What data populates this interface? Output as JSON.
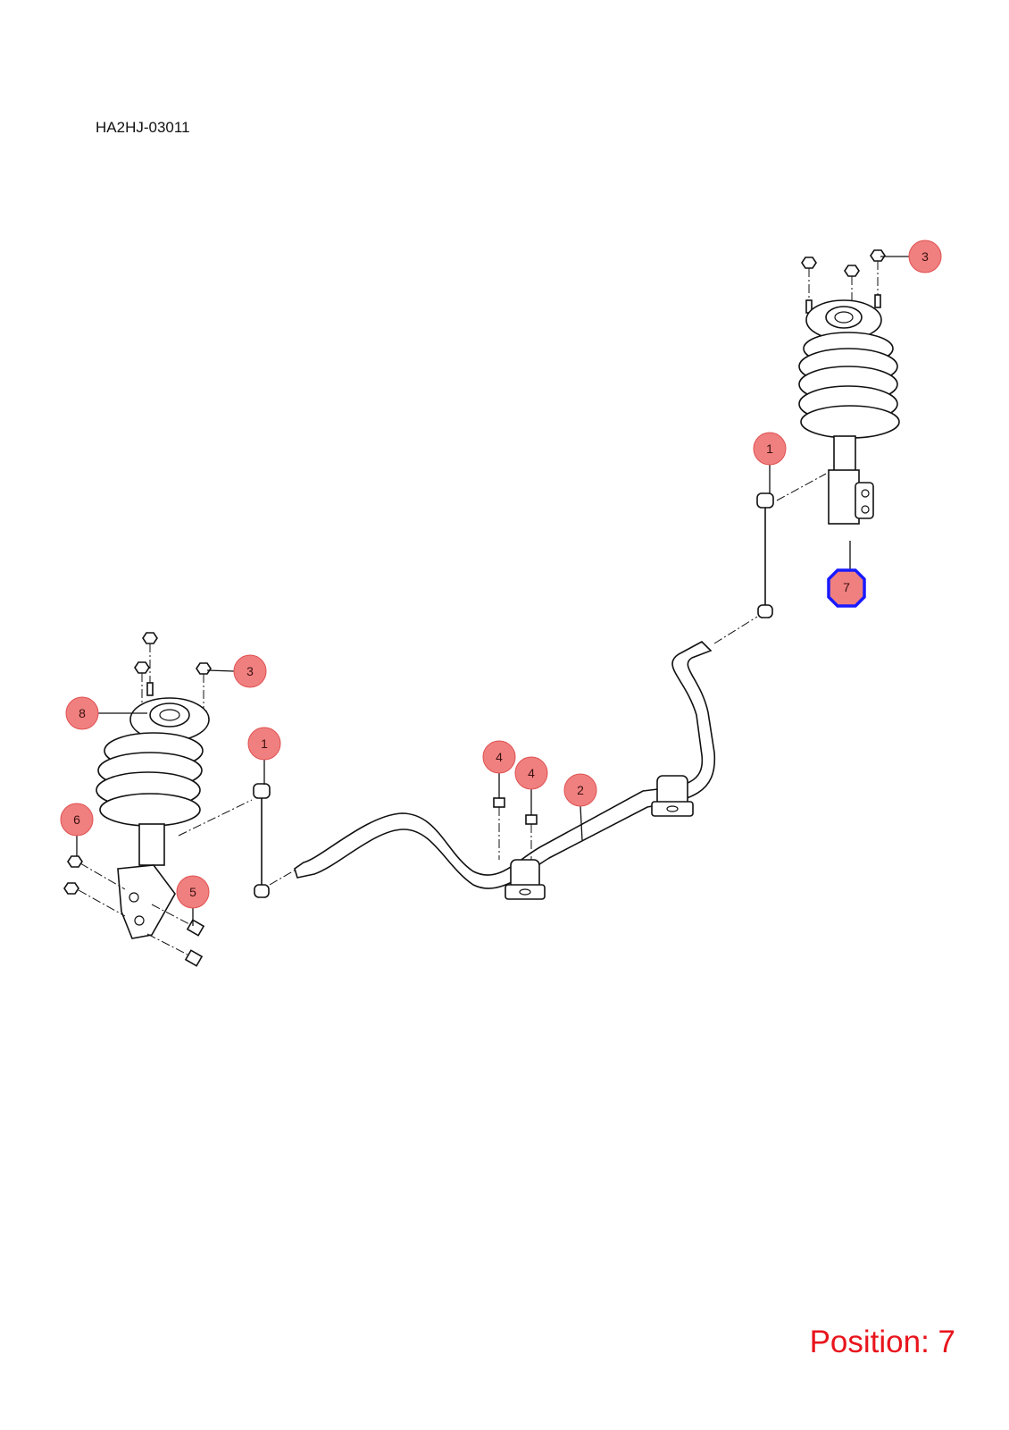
{
  "diagram": {
    "code": "HA2HJ-03011",
    "position_label": "Position: 7",
    "selected_position": "7",
    "colors": {
      "callout_fill": "#f08080",
      "callout_selected_border": "#1a1aff",
      "position_text": "#e8141c"
    },
    "callouts": [
      {
        "label": "3"
      },
      {
        "label": "1"
      },
      {
        "label": "7"
      },
      {
        "label": "3"
      },
      {
        "label": "8"
      },
      {
        "label": "1"
      },
      {
        "label": "4"
      },
      {
        "label": "4"
      },
      {
        "label": "2"
      },
      {
        "label": "6"
      },
      {
        "label": "5"
      }
    ]
  }
}
